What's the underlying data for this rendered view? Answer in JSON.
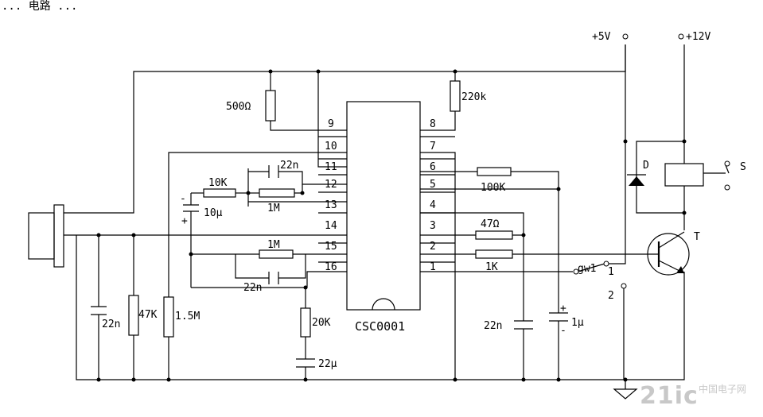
{
  "header_text": "... 电路 ...",
  "power": {
    "v5": "+5V",
    "v12": "+12V"
  },
  "ic": {
    "name": "CSC0001",
    "left_pins": [
      "9",
      "10",
      "11",
      "12",
      "13",
      "14",
      "15",
      "16"
    ],
    "right_pins": [
      "8",
      "7",
      "6",
      "5",
      "4",
      "3",
      "2",
      "1"
    ]
  },
  "components": {
    "r_500": "500Ω",
    "r_220k": "220k",
    "c_22n_top": "22n",
    "r_10k": "10K",
    "r_1m_top": "1M",
    "c_10u": "10μ",
    "c_10u_minus": "-",
    "c_10u_plus": "+",
    "r_1m_bot": "1M",
    "c_22n_mid": "22n",
    "c_22n_left": "22n",
    "r_47k": "47K",
    "r_1_5m": "1.5M",
    "r_20k": "20K",
    "c_22u": "22μ",
    "r_100k": "100K",
    "r_47": "47Ω",
    "r_1k": "1K",
    "c_22n_right": "22n",
    "c_1u": "1μ",
    "c_1u_plus": "+",
    "c_1u_minus": "-",
    "switch_gw1": "gw1",
    "gw1_pos1": "1",
    "gw1_pos2": "2",
    "diode": "D",
    "switch_s": "S",
    "transistor": "T"
  },
  "watermark": {
    "main": "21ic",
    "sub": "中国电子网"
  }
}
